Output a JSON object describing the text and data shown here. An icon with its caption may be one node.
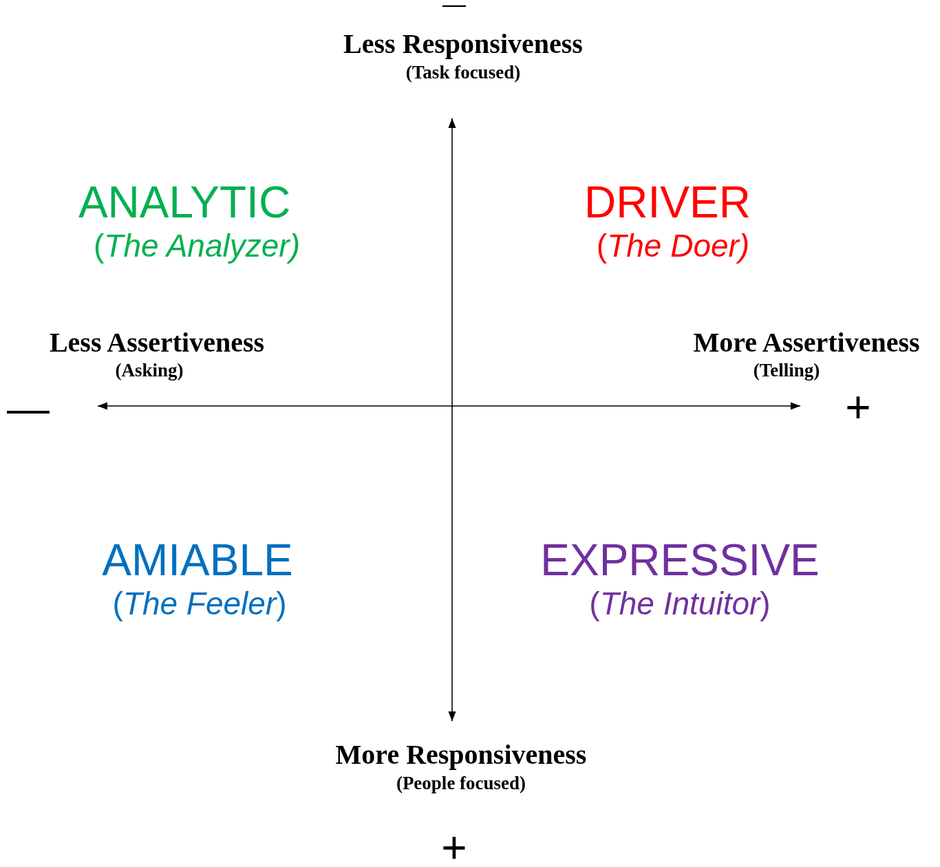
{
  "diagram": {
    "labels": [
      "—",
      "Less Responsiveness",
      "(Task focused)",
      "ANALYTIC",
      "(*The Analyzer)*",
      "DRIVER",
      "(*The Doer)*",
      "Less Assertiveness",
      "(Asking)",
      "More Assertiveness",
      "(Telling)",
      "—",
      "+",
      "AMIABLE",
      "(*The Feeler*)",
      "EXPRESSIVE",
      "(*The Intuitor*)",
      "More Responsiveness",
      "(People focused)",
      "+"
    ]
  }
}
